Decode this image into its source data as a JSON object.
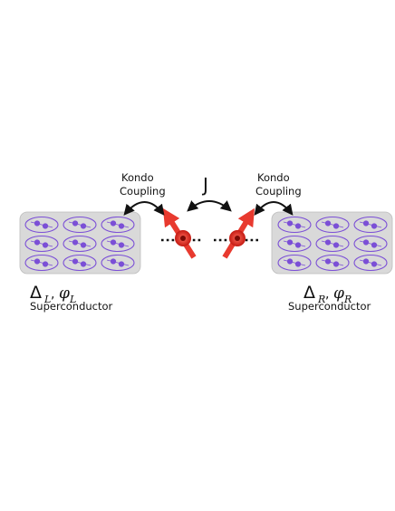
{
  "labels": {
    "coupling_left_line1": "Kondo",
    "coupling_left_line2": "Coupling",
    "coupling_right_line1": "Kondo",
    "coupling_right_line2": "Coupling",
    "exchange": "J",
    "left_gap_symbol": "Δ",
    "left_gap_sub": "L",
    "left_phase_symbol": "φ",
    "left_phase_sub": "L",
    "left_caption": "Superconductor",
    "right_gap_symbol": "Δ",
    "right_gap_sub": "R",
    "right_phase_symbol": "φ",
    "right_phase_sub": "R",
    "right_caption": "Superconductor"
  },
  "colors": {
    "superconductor_fill": "#d9d9d9",
    "cooper_pair": "#7b4fd6",
    "spin_arrow": "#e83a2f",
    "spin_core": "#c41a12",
    "arc": "#111111"
  },
  "superconductors": {
    "rows": 3,
    "cols": 3
  }
}
